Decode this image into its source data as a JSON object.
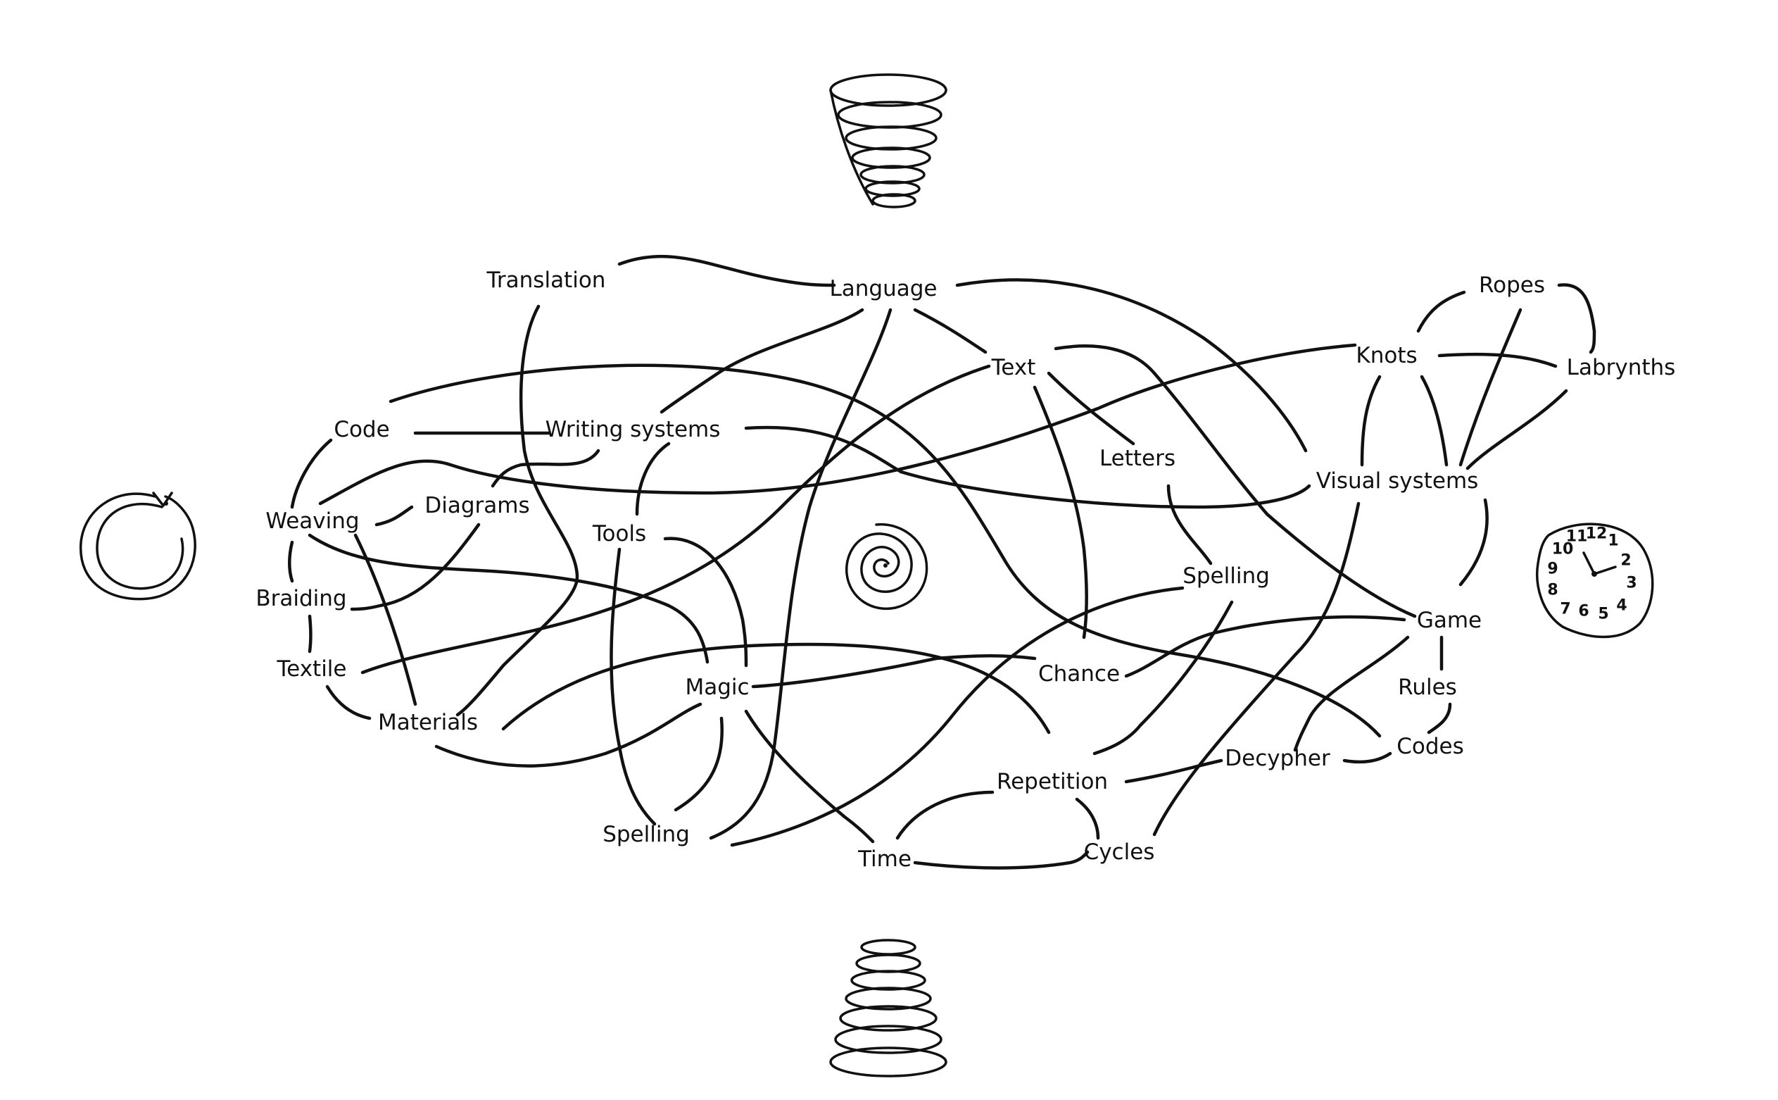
{
  "nodes": {
    "translation": "Translation",
    "language": "Language",
    "ropes": "Ropes",
    "knots": "Knots",
    "labrynths": "Labrynths",
    "text": "Text",
    "code": "Code",
    "writing_systems": "Writing systems",
    "letters": "Letters",
    "visual_systems": "Visual systems",
    "weaving": "Weaving",
    "diagrams": "Diagrams",
    "tools": "Tools",
    "braiding": "Braiding",
    "spelling_right": "Spelling",
    "game": "Game",
    "textile": "Textile",
    "chance": "Chance",
    "magic": "Magic",
    "rules": "Rules",
    "materials": "Materials",
    "codes": "Codes",
    "decypher": "Decypher",
    "repetition": "Repetition",
    "spelling_left": "Spelling",
    "time": "Time",
    "cycles": "Cycles"
  },
  "decorations": {
    "top": "spring-cone-icon",
    "bottom": "spring-coil-icon",
    "left": "ouroboros-icon",
    "right": "melting-clock-icon",
    "center": "spiral-icon"
  },
  "clock_numbers": [
    "12",
    "11",
    "10",
    "9",
    "8",
    "7",
    "6",
    "5",
    "4",
    "3",
    "2",
    "1"
  ]
}
